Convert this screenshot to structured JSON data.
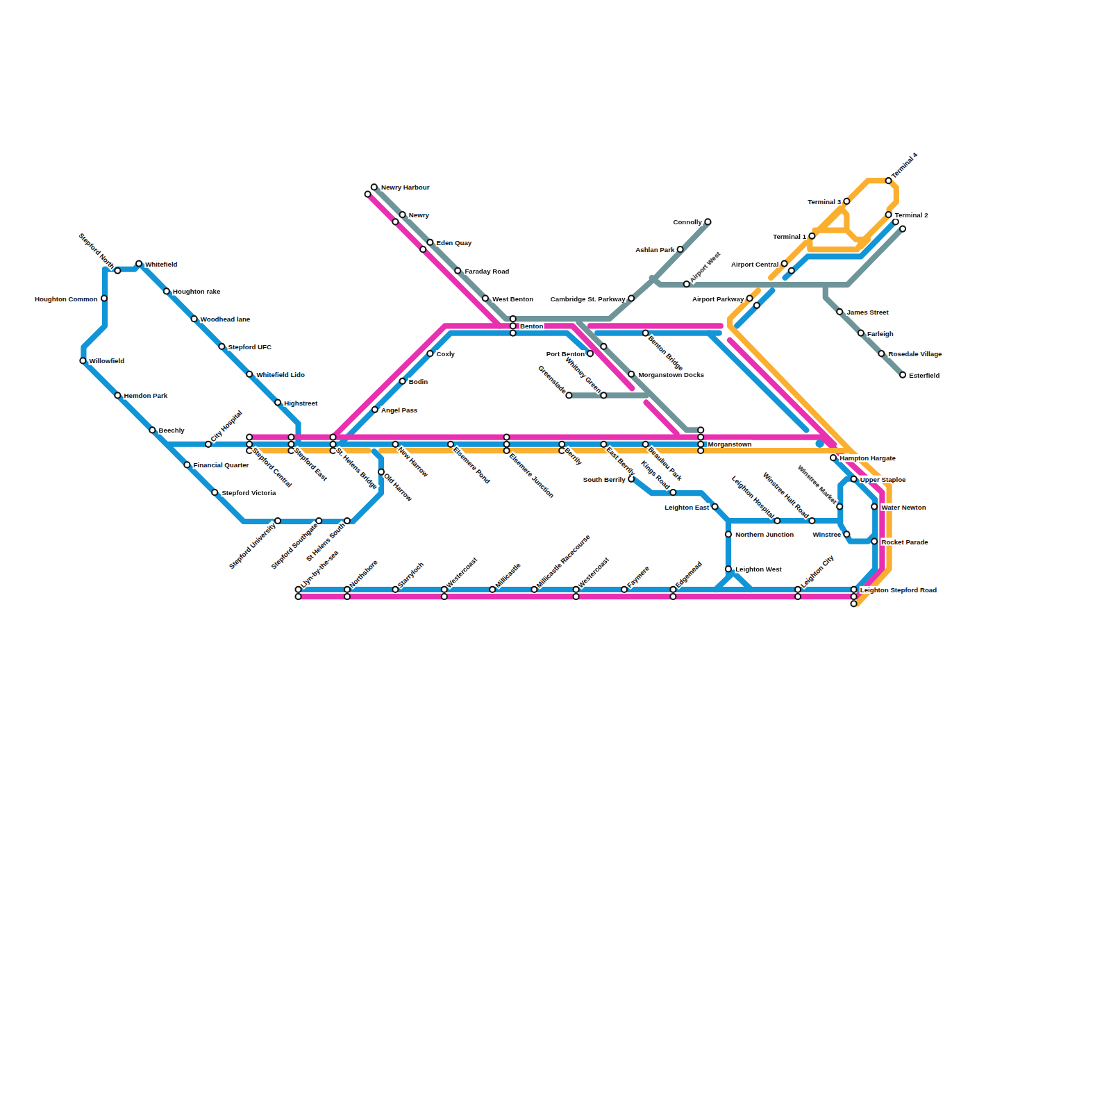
{
  "diagram": {
    "labels": [
      "Newry Harbour",
      "Terminal 4",
      "Terminal 3",
      "Newry",
      "Terminal 2",
      "Connolly",
      "Terminal 1",
      "Eden Quay",
      "Ashlan Park",
      "Stepford North",
      "Whitefield",
      "Airport Central",
      "Faraday Road",
      "Airport West",
      "Houghton Common",
      "Houghton rake",
      "West Benton",
      "Cambridge St. Parkway",
      "Airport Parkway",
      "James Street",
      "Woodhead lane",
      "Benton",
      "Benton Bridge",
      "Farleigh",
      "Stepford UFC",
      "Port Benton",
      "Coxly",
      "Whitney Green",
      "Willowfield",
      "Rosedale Village",
      "Whitefield Lido",
      "Morganstown Docks",
      "Esterfield",
      "Bodin",
      "Greenslade",
      "Hemdon Park",
      "Highstreet",
      "Angel Pass",
      "Beechly",
      "City Hospital",
      "Morganstown",
      "Stepford Central",
      "Stepford East",
      "St. Helens Bridge",
      "New Harrow",
      "Elsemere Pond",
      "Elsemere Junction",
      "Berrily",
      "East Berrily",
      "Beaulieu Park",
      "Hampton Hargate",
      "Financial Quarter",
      "Old Harrow",
      "Kings Road",
      "South Berrily",
      "Upper Staploe",
      "Stepford Victoria",
      "Leighton East",
      "Leighton Hospital",
      "Winstree Halt Road",
      "Winstree Market",
      "Water Newton",
      "Stepford University",
      "Stepford Southgate",
      "St Helens South",
      "Northern Junction",
      "Winstree",
      "Rocket Parade",
      "Leighton West",
      "Llyn-by-the-sea",
      "Northshore",
      "Starryloch",
      "Westercoast",
      "Millicastle",
      "Millicastle Racecourse",
      "Westercoast",
      "Faymere",
      "Edgemead",
      "Leighton City",
      "Leighton Stepford Road"
    ]
  }
}
